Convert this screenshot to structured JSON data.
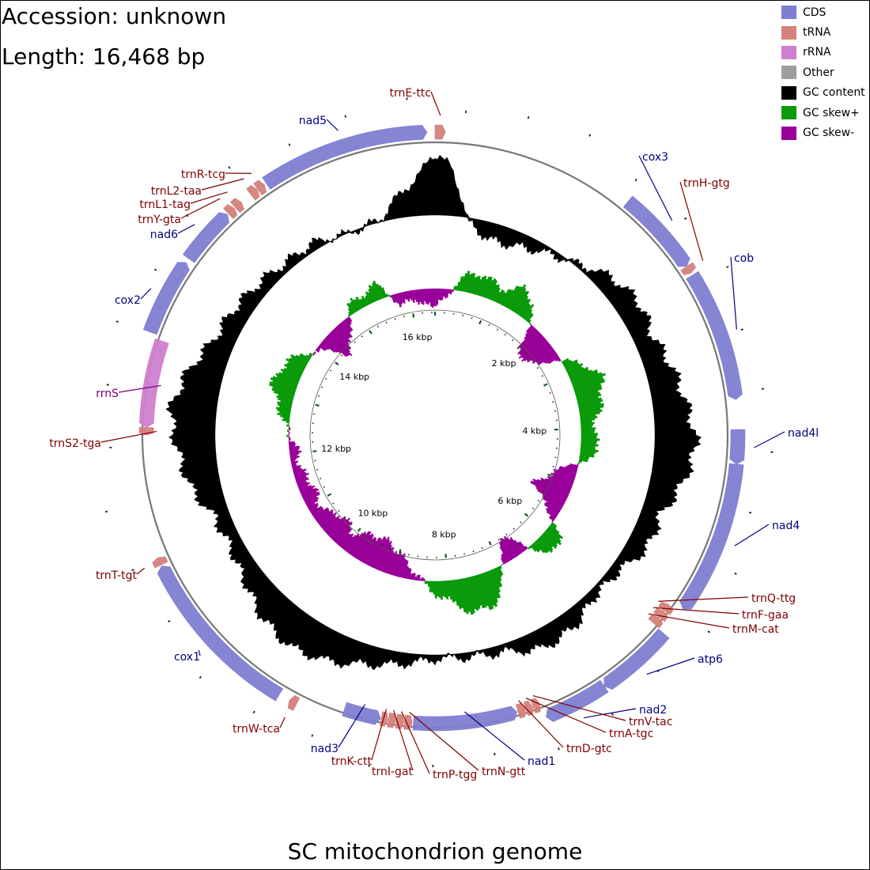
{
  "header": {
    "accession": "Accession: unknown",
    "length": "Length: 16,468 bp"
  },
  "footer": {
    "title": "SC mitochondrion genome"
  },
  "legend": [
    {
      "label": "CDS",
      "color": "#7e7ed2"
    },
    {
      "label": "tRNA",
      "color": "#d4817a"
    },
    {
      "label": "rRNA",
      "color": "#cf7fcf"
    },
    {
      "label": "Other",
      "color": "#9e9e9e"
    },
    {
      "label": "GC content",
      "color": "#000000"
    },
    {
      "label": "GC skew+",
      "color": "#0a9a0a"
    },
    {
      "label": "GC skew-",
      "color": "#990099"
    }
  ],
  "chart_data": {
    "type": "circular-genome-map",
    "genome_length_bp": 16468,
    "tick_labels": [
      {
        "label": "2 kbp",
        "pos": 2000
      },
      {
        "label": "4 kbp",
        "pos": 4000
      },
      {
        "label": "6 kbp",
        "pos": 6000
      },
      {
        "label": "8 kbp",
        "pos": 8000
      },
      {
        "label": "10 kbp",
        "pos": 10000
      },
      {
        "label": "12 kbp",
        "pos": 12000
      },
      {
        "label": "14 kbp",
        "pos": 14000
      },
      {
        "label": "16 kbp",
        "pos": 16000
      }
    ],
    "features": [
      {
        "name": "trnE-ttc",
        "type": "tRNA",
        "start": 0,
        "end": 90,
        "strand": "+"
      },
      {
        "name": "cox3",
        "type": "CDS",
        "start": 1810,
        "end": 2570,
        "strand": "+"
      },
      {
        "name": "trnH-gtg",
        "type": "tRNA",
        "start": 2570,
        "end": 2640,
        "strand": "+"
      },
      {
        "name": "cob",
        "type": "CDS",
        "start": 2660,
        "end": 3810,
        "strand": "+"
      },
      {
        "name": "nad4l",
        "type": "CDS",
        "start": 4070,
        "end": 4370,
        "strand": "+"
      },
      {
        "name": "nad4",
        "type": "CDS",
        "start": 4370,
        "end": 5720,
        "strand": "+"
      },
      {
        "name": "trnQ-ttg",
        "type": "tRNA",
        "start": 5760,
        "end": 5830,
        "strand": "-"
      },
      {
        "name": "trnF-gaa",
        "type": "tRNA",
        "start": 5835,
        "end": 5905,
        "strand": "-"
      },
      {
        "name": "trnM-cat",
        "type": "tRNA",
        "start": 5910,
        "end": 5980,
        "strand": "-"
      },
      {
        "name": "atp6",
        "type": "CDS",
        "start": 5990,
        "end": 6680,
        "strand": "+"
      },
      {
        "name": "nad2",
        "type": "CDS",
        "start": 6680,
        "end": 7250,
        "strand": "+"
      },
      {
        "name": "trnV-tac",
        "type": "tRNA",
        "start": 7260,
        "end": 7325,
        "strand": "-"
      },
      {
        "name": "trnA-tgc",
        "type": "tRNA",
        "start": 7330,
        "end": 7395,
        "strand": "-"
      },
      {
        "name": "trnD-gtc",
        "type": "tRNA",
        "start": 7400,
        "end": 7470,
        "strand": "-"
      },
      {
        "name": "nad1",
        "type": "CDS",
        "start": 7480,
        "end": 8430,
        "strand": "-"
      },
      {
        "name": "trnN-gtt",
        "type": "tRNA",
        "start": 8440,
        "end": 8510,
        "strand": "-"
      },
      {
        "name": "trnP-tgg",
        "type": "tRNA",
        "start": 8515,
        "end": 8585,
        "strand": "-"
      },
      {
        "name": "trnI-gat",
        "type": "tRNA",
        "start": 8590,
        "end": 8660,
        "strand": "-"
      },
      {
        "name": "trnK-ctt",
        "type": "tRNA",
        "start": 8665,
        "end": 8725,
        "strand": "-"
      },
      {
        "name": "nad3",
        "type": "CDS",
        "start": 8730,
        "end": 9070,
        "strand": "-"
      },
      {
        "name": "trnW-tca",
        "type": "tRNA",
        "start": 9480,
        "end": 9550,
        "strand": "+"
      },
      {
        "name": "cox1",
        "type": "CDS",
        "start": 9650,
        "end": 11180,
        "strand": "+"
      },
      {
        "name": "trnT-tgt",
        "type": "tRNA",
        "start": 11190,
        "end": 11260,
        "strand": "+"
      },
      {
        "name": "trnS2-tga",
        "type": "tRNA",
        "start": 12350,
        "end": 12420,
        "strand": "-"
      },
      {
        "name": "rrnS",
        "type": "rRNA",
        "start": 12420,
        "end": 13220,
        "strand": "-"
      },
      {
        "name": "cox2",
        "type": "CDS",
        "start": 13260,
        "end": 13940,
        "strand": "+"
      },
      {
        "name": "nad6",
        "type": "CDS",
        "start": 13980,
        "end": 14490,
        "strand": "+"
      },
      {
        "name": "trnY-gta",
        "type": "tRNA",
        "start": 14500,
        "end": 14570,
        "strand": "+"
      },
      {
        "name": "trnL1-tag",
        "type": "tRNA",
        "start": 14580,
        "end": 14650,
        "strand": "+"
      },
      {
        "name": "trnL2-taa",
        "type": "tRNA",
        "start": 14755,
        "end": 14825,
        "strand": "+"
      },
      {
        "name": "trnR-tcg",
        "type": "tRNA",
        "start": 14830,
        "end": 14900,
        "strand": "+"
      },
      {
        "name": "nad5",
        "type": "CDS",
        "start": 14920,
        "end": 16400,
        "strand": "+"
      }
    ],
    "gc_content_profile": [
      [
        0,
        0.9
      ],
      [
        150,
        0.8
      ],
      [
        400,
        -0.1
      ],
      [
        700,
        -0.3
      ],
      [
        1000,
        -0.25
      ],
      [
        1400,
        -0.1
      ],
      [
        1800,
        0.05
      ],
      [
        2200,
        0.25
      ],
      [
        2600,
        0.35
      ],
      [
        3000,
        0.3
      ],
      [
        3400,
        0.45
      ],
      [
        3800,
        0.55
      ],
      [
        4200,
        0.65
      ],
      [
        4600,
        0.5
      ],
      [
        5000,
        0.3
      ],
      [
        5400,
        0.35
      ],
      [
        5800,
        0.15
      ],
      [
        6200,
        0.1
      ],
      [
        6600,
        0.25
      ],
      [
        7000,
        0.3
      ],
      [
        7400,
        0.15
      ],
      [
        7800,
        0.1
      ],
      [
        8200,
        0.05
      ],
      [
        8600,
        0.15
      ],
      [
        9000,
        0.3
      ],
      [
        9400,
        0.5
      ],
      [
        9800,
        0.6
      ],
      [
        10200,
        0.5
      ],
      [
        10600,
        0.3
      ],
      [
        11000,
        0.2
      ],
      [
        11400,
        0.25
      ],
      [
        11800,
        0.5
      ],
      [
        12200,
        0.6
      ],
      [
        12600,
        0.7
      ],
      [
        13000,
        0.55
      ],
      [
        13400,
        0.35
      ],
      [
        13800,
        0.3
      ],
      [
        14200,
        0.2
      ],
      [
        14600,
        0.1
      ],
      [
        15000,
        0.1
      ],
      [
        15400,
        0.0
      ],
      [
        15800,
        0.05
      ],
      [
        16200,
        0.5
      ]
    ],
    "gc_skew_profile": [
      [
        0,
        -0.5
      ],
      [
        200,
        -0.2
      ],
      [
        500,
        0.35
      ],
      [
        800,
        0.5
      ],
      [
        1100,
        0.3
      ],
      [
        1400,
        0.6
      ],
      [
        1700,
        0.45
      ],
      [
        2000,
        -0.5
      ],
      [
        2300,
        -0.8
      ],
      [
        2600,
        -0.3
      ],
      [
        2900,
        0.35
      ],
      [
        3200,
        0.7
      ],
      [
        3500,
        0.6
      ],
      [
        3800,
        0.4
      ],
      [
        4100,
        0.3
      ],
      [
        4400,
        0.5
      ],
      [
        4700,
        -0.2
      ],
      [
        5000,
        -0.6
      ],
      [
        5300,
        -0.9
      ],
      [
        5600,
        -0.4
      ],
      [
        5900,
        0.3
      ],
      [
        6200,
        0.5
      ],
      [
        6500,
        -0.3
      ],
      [
        6800,
        -0.6
      ],
      [
        7100,
        0.4
      ],
      [
        7400,
        0.9
      ],
      [
        7700,
        0.85
      ],
      [
        8000,
        0.5
      ],
      [
        8300,
        0.2
      ],
      [
        8600,
        -0.2
      ],
      [
        8900,
        -0.5
      ],
      [
        9200,
        -0.7
      ],
      [
        9500,
        -0.75
      ],
      [
        9800,
        -0.6
      ],
      [
        10100,
        -0.4
      ],
      [
        10400,
        -0.6
      ],
      [
        10700,
        -0.35
      ],
      [
        11000,
        -0.3
      ],
      [
        11300,
        -0.4
      ],
      [
        11600,
        -0.25
      ],
      [
        11900,
        -0.2
      ],
      [
        12200,
        -0.15
      ],
      [
        12500,
        0.1
      ],
      [
        12800,
        0.3
      ],
      [
        13100,
        0.6
      ],
      [
        13400,
        0.55
      ],
      [
        13700,
        0.3
      ],
      [
        14000,
        -0.1
      ],
      [
        14300,
        -0.7
      ],
      [
        14600,
        -0.5
      ],
      [
        14900,
        0.2
      ],
      [
        15200,
        0.3
      ],
      [
        15500,
        0.4
      ],
      [
        15800,
        -0.3
      ],
      [
        16100,
        -0.2
      ],
      [
        16400,
        -0.5
      ]
    ]
  }
}
